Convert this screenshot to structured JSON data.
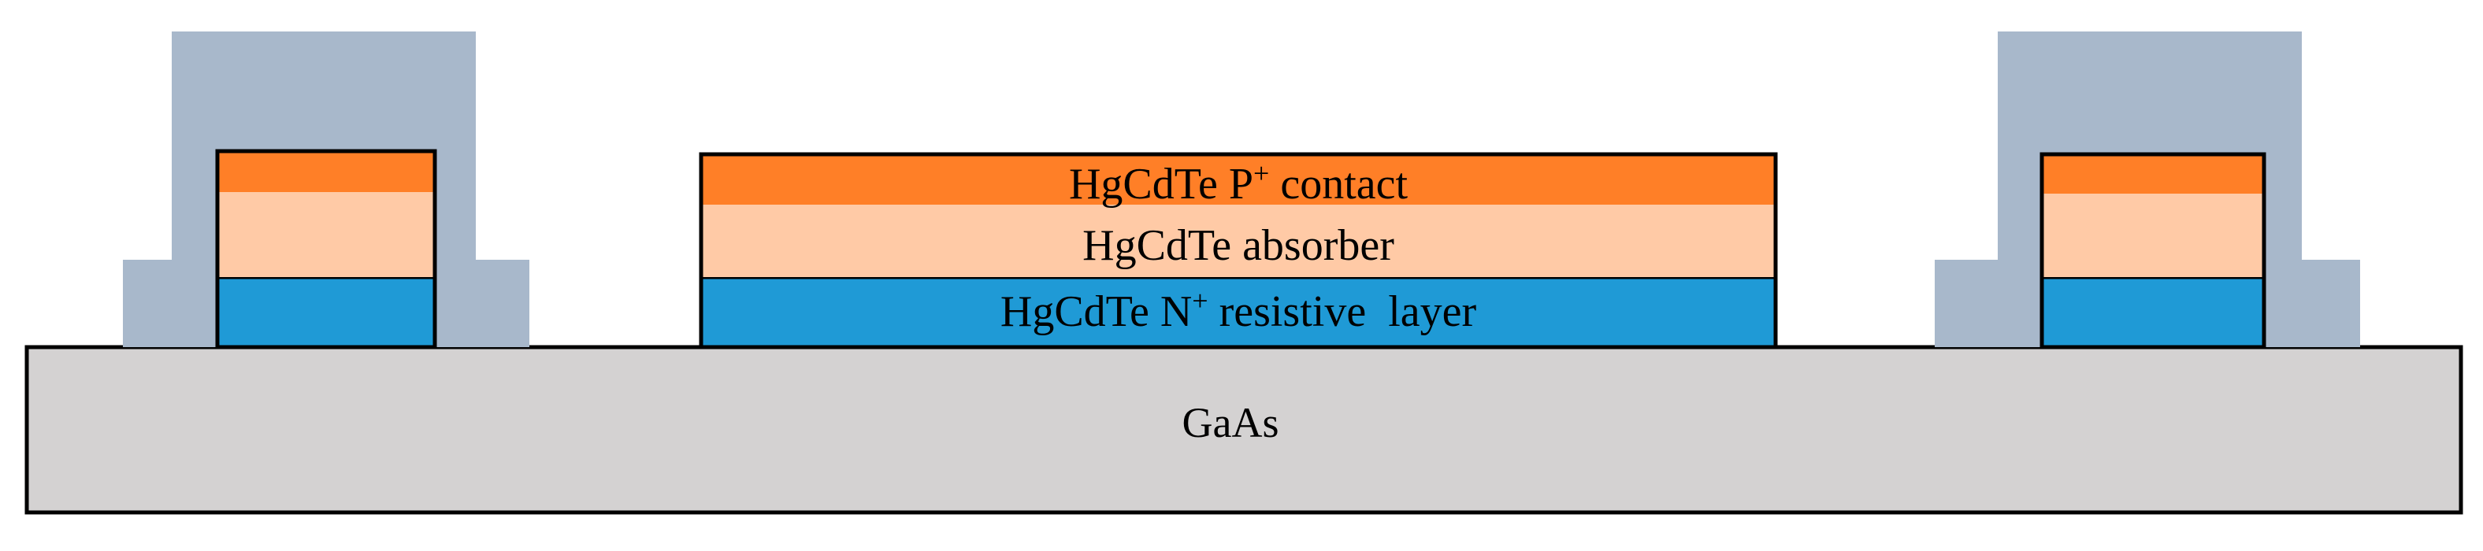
{
  "substrate": {
    "label": "GaAs",
    "color": "#d4d2d2"
  },
  "mesa": {
    "top_layer": {
      "label_main": "HgCdTe P",
      "label_sup": "+",
      "label_tail": " contact",
      "color": "#ff7f27"
    },
    "middle_layer": {
      "label": "HgCdTe absorber",
      "color": "#ffcaa6"
    },
    "bottom_layer": {
      "label_main": "HgCdTe N",
      "label_sup": "+",
      "label_tail": " resistive  layer",
      "color": "#1f9ad6"
    }
  },
  "side_contacts": {
    "cap_color": "#a8b8cb",
    "count": 2
  },
  "outline_color": "#000000"
}
